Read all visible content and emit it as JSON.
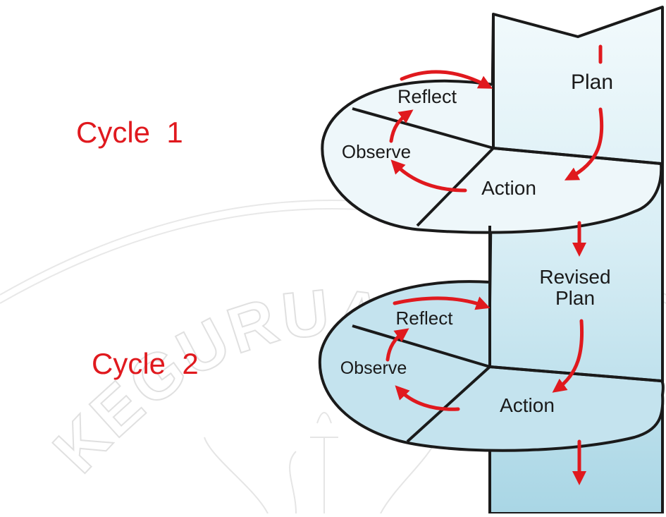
{
  "watermark": {
    "text": "KEGURUAN DAN ILMU PE",
    "color": "#c8c8c8"
  },
  "cycle1": {
    "label": "Cycle  1",
    "plan": "Plan",
    "reflect": "Reflect",
    "observe": "Observe",
    "action": "Action"
  },
  "cycle2": {
    "label": "Cycle  2",
    "plan_line1": "Revised",
    "plan_line2": "Plan",
    "reflect": "Reflect",
    "observe": "Observe",
    "action": "Action"
  },
  "colors": {
    "arrow": "#e0191e",
    "cycle_label": "#e0191e",
    "outline": "#1a1a1a",
    "fill_light": "#eef7fa",
    "fill_mid": "#cfe8f0",
    "fill_dark": "#b6dce8"
  }
}
